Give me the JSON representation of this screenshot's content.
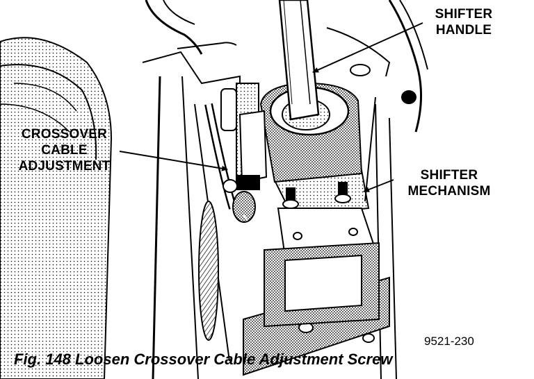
{
  "labels": {
    "shifter_handle": [
      "SHIFTER",
      "HANDLE"
    ],
    "crossover_cable_adjustment": [
      "CROSSOVER",
      "CABLE",
      "ADJUSTMENT"
    ],
    "shifter_mechanism": [
      "SHIFTER",
      "MECHANISM"
    ]
  },
  "figure_number": "9521-230",
  "caption": "Fig. 148 Loosen Crossover Cable Adjustment Screw",
  "colors": {
    "ink": "#000000",
    "paper": "#ffffff",
    "shade": "#555555"
  }
}
